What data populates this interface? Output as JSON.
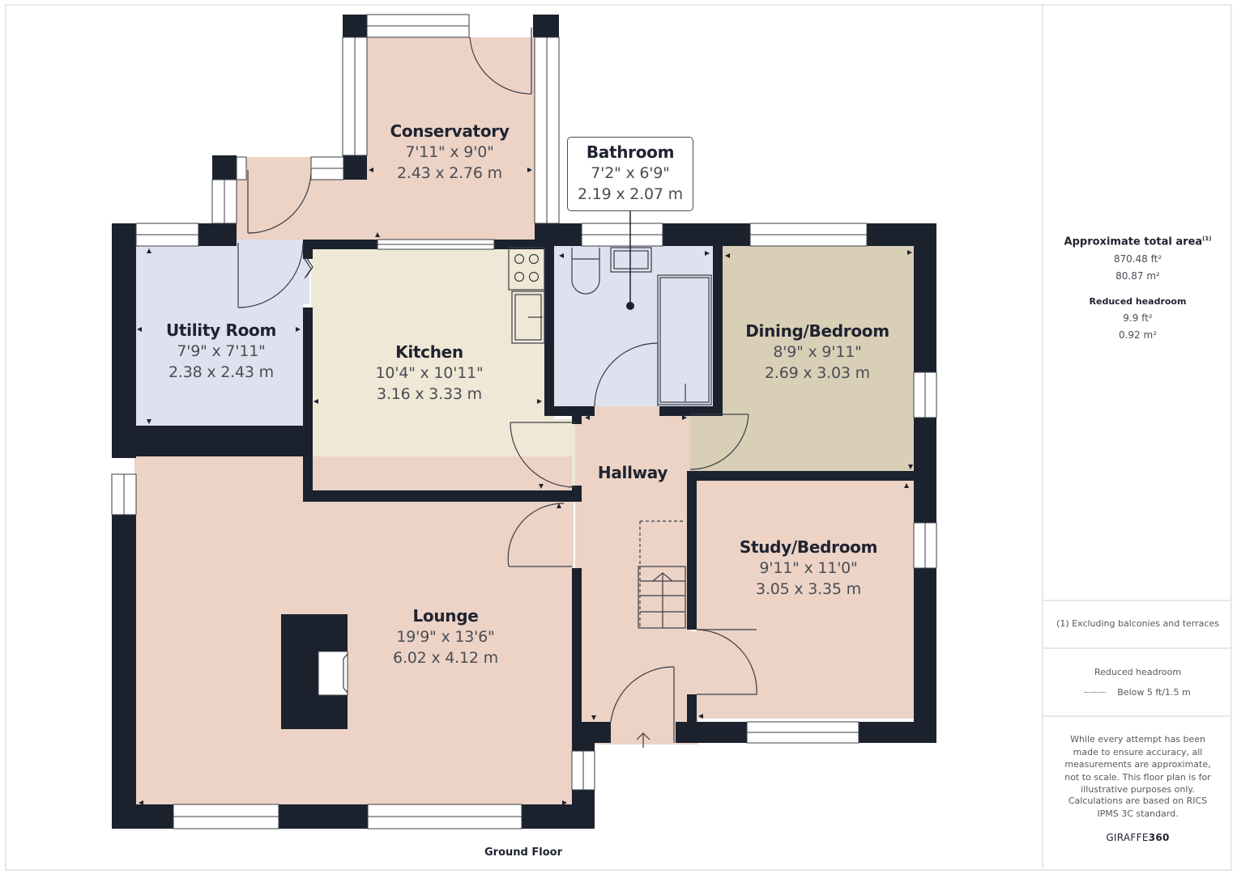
{
  "floor": {
    "label": "Ground Floor"
  },
  "rooms": {
    "conservatory": {
      "name": "Conservatory",
      "imperial": "7'11\" x 9'0\"",
      "metric": "2.43 x 2.76 m",
      "color": "#ecd3c6"
    },
    "bathroom": {
      "name": "Bathroom",
      "imperial": "7'2\" x 6'9\"",
      "metric": "2.19 x 2.07 m",
      "color": "#dde2ee"
    },
    "utility": {
      "name": "Utility Room",
      "imperial": "7'9\" x 7'11\"",
      "metric": "2.38 x 2.43 m",
      "color": "#dde2ee"
    },
    "kitchen": {
      "name": "Kitchen",
      "imperial": "10'4\" x 10'11\"",
      "metric": "3.16 x 3.33 m",
      "color": "#f0e8d6"
    },
    "dining": {
      "name": "Dining/Bedroom",
      "imperial": "8'9\" x 9'11\"",
      "metric": "2.69 x 3.03 m",
      "color": "#d9cfb6"
    },
    "hallway": {
      "name": "Hallway",
      "color": "#ecd3c6"
    },
    "study": {
      "name": "Study/Bedroom",
      "imperial": "9'11\" x 11'0\"",
      "metric": "3.05 x 3.35 m",
      "color": "#ecd3c6"
    },
    "lounge": {
      "name": "Lounge",
      "imperial": "19'9\" x 13'6\"",
      "metric": "6.02 x 4.12 m",
      "color": "#ecd3c6"
    }
  },
  "colors": {
    "wall": "#1b222d",
    "window": "#ffffff",
    "line": "#3a3d45"
  },
  "panel": {
    "total_area_title": "Approximate total area",
    "total_area_footnote_mark": "(1)",
    "total_area_ft": "870.48 ft²",
    "total_area_m": "80.87 m²",
    "reduced_headroom_title": "Reduced headroom",
    "reduced_headroom_ft": "9.9 ft²",
    "reduced_headroom_m": "0.92 m²",
    "footnote": "(1) Excluding balconies and terraces",
    "legend_title": "Reduced headroom",
    "legend_item": "Below 5 ft/1.5 m",
    "disclaimer": "While every attempt has been made to ensure accuracy, all measurements are approximate, not to scale. This floor plan is for illustrative purposes only.",
    "calculation_note": "Calculations are based on RICS IPMS 3C standard.",
    "brand_light": "GIRAFFE",
    "brand_bold": "360"
  }
}
